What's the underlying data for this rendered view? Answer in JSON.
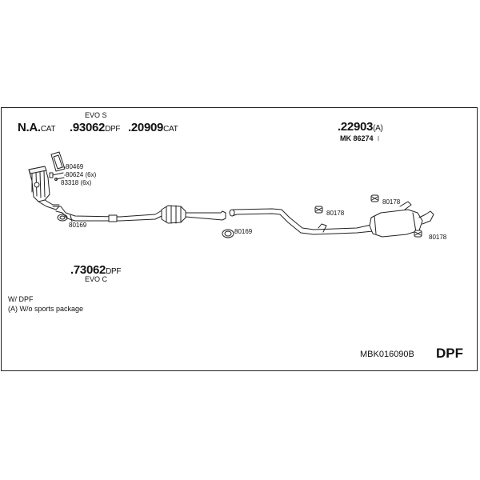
{
  "parts": {
    "na_cat": {
      "num": "N.A.",
      "suffix": "CAT"
    },
    "p93062": {
      "num": ".93062",
      "suffix": "DPF",
      "variant": "EVO S"
    },
    "p20909": {
      "num": ".20909",
      "suffix": "CAT"
    },
    "p22903": {
      "num": ".22903",
      "suffix": "(A)"
    },
    "mk": {
      "text": "MK  86274"
    },
    "p73062": {
      "num": ".73062",
      "suffix": "DPF",
      "variant": "EVO C"
    }
  },
  "hardware": {
    "h80469": "80469",
    "h80624": "80624 (6x)",
    "h83318": "83318 (6x)",
    "h80169_a": "80169",
    "h80169_b": "80169",
    "h80178_a": "80178",
    "h80178_b": "80178",
    "h80178_c": "80178"
  },
  "notes": {
    "line1": "W/ DPF",
    "line2": "(A) W/o sports package"
  },
  "footer": {
    "code": "MBK016090B",
    "type": "DPF"
  }
}
